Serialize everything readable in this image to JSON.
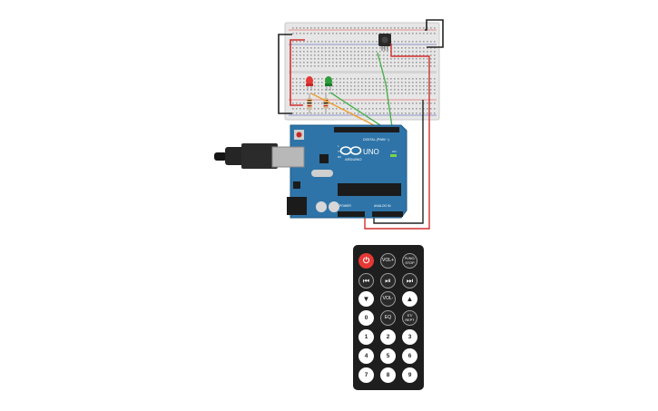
{
  "colors": {
    "breadboard": "#e6e6e6",
    "arduino": "#2e74a8",
    "wire_red": "#d32f2f",
    "wire_black": "#222222",
    "wire_green": "#4caf50",
    "wire_orange": "#ef9a2a",
    "led_red": "#e53935",
    "led_green": "#2e9e3a",
    "remote_body": "#1e1e1e",
    "power_button": "#e53935"
  },
  "arduino": {
    "brand": "ARDUINO",
    "model": "UNO",
    "digital_label": "DIGITAL (PWM ~)",
    "power_label": "POWER",
    "analog_label": "ANALOG IN",
    "tx_label": "TX",
    "rx_label": "RX",
    "l_label": "L",
    "on_label": "ON"
  },
  "remote": {
    "power": "⏻",
    "vol_up": "VOL+",
    "func_stop": "FUNC/ STOP",
    "prev": "⏮",
    "play_pause": "⏯",
    "next": "⏭",
    "down": "▼",
    "vol_down": "VOL-",
    "up": "▲",
    "zero": "0",
    "eq": "EQ",
    "st_rept": "ST/ REPT",
    "one": "1",
    "two": "2",
    "three": "3",
    "four": "4",
    "five": "5",
    "six": "6",
    "seven": "7",
    "eight": "8",
    "nine": "9"
  }
}
